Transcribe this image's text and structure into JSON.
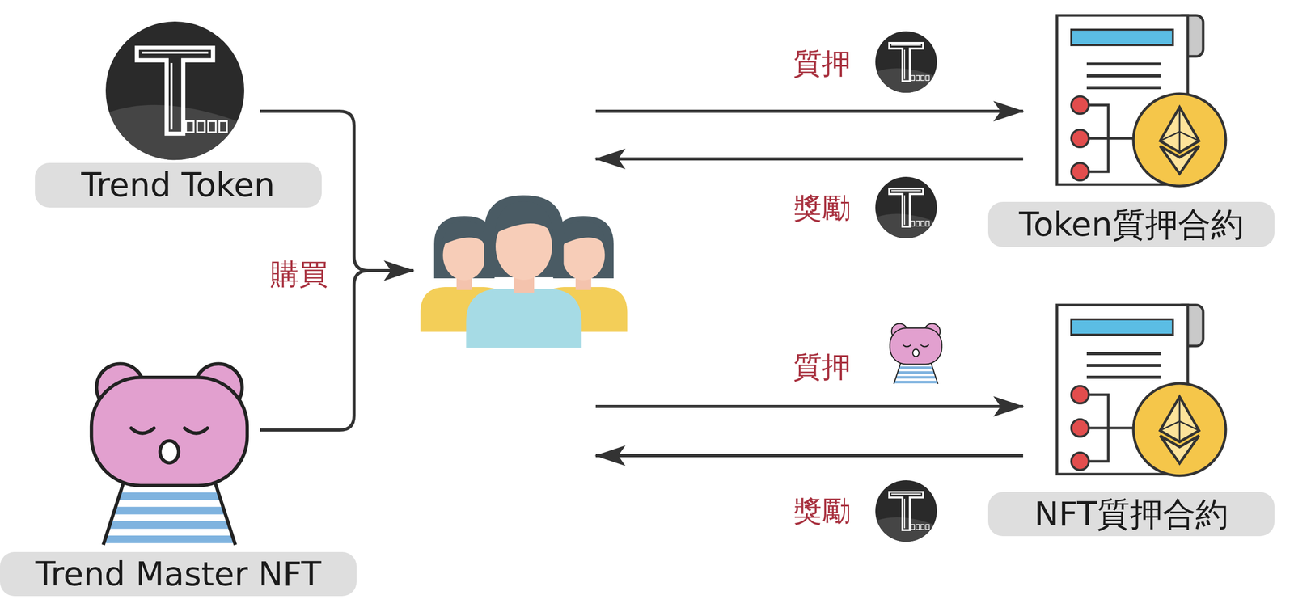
{
  "diagram": {
    "nodes": [
      {
        "text": [
          "Trend Token"
        ]
      },
      {
        "text": [
          "Trend Master NFT"
        ]
      },
      {
        "text": [
          "Token質押合約"
        ]
      },
      {
        "text": [
          "NFT質押合約"
        ]
      }
    ],
    "labels": [
      "質押",
      "獎勵",
      "購買",
      "質押",
      "獎勵"
    ]
  }
}
